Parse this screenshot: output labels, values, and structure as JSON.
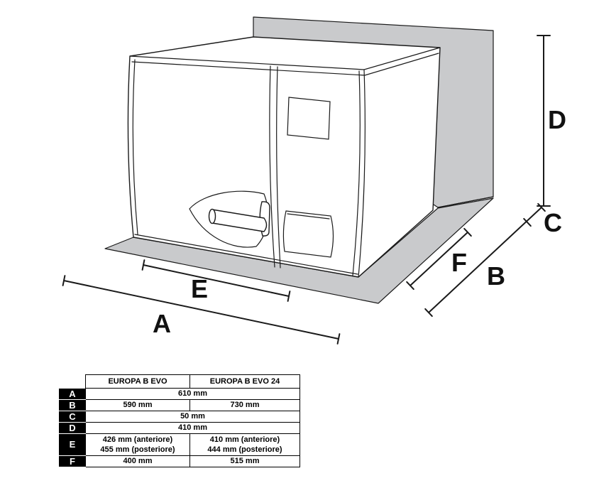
{
  "diagram": {
    "description": "Autoclave installation clearance drawing with wall, bench mat and dimension lines",
    "labels": {
      "A": "A",
      "B": "B",
      "C": "C",
      "D": "D",
      "E": "E",
      "F": "F"
    },
    "colors": {
      "surface_gray": "#c9cacc",
      "line_black": "#1a1a1a",
      "body_white": "#ffffff"
    }
  },
  "table": {
    "columns": [
      "",
      "EUROPA B EVO",
      "EUROPA B EVO 24"
    ],
    "rows": [
      {
        "label": "A",
        "value": "610 mm"
      },
      {
        "label": "B",
        "col1": "590 mm",
        "col2": "730 mm"
      },
      {
        "label": "C",
        "value": "50 mm"
      },
      {
        "label": "D",
        "value": "410 mm"
      },
      {
        "label": "E",
        "col1_line1": "426 mm (anteriore)",
        "col1_line2": "455 mm (posteriore)",
        "col2_line1": "410 mm (anteriore)",
        "col2_line2": "444 mm (posteriore)"
      },
      {
        "label": "F",
        "col1": "400 mm",
        "col2": "515 mm"
      }
    ]
  }
}
